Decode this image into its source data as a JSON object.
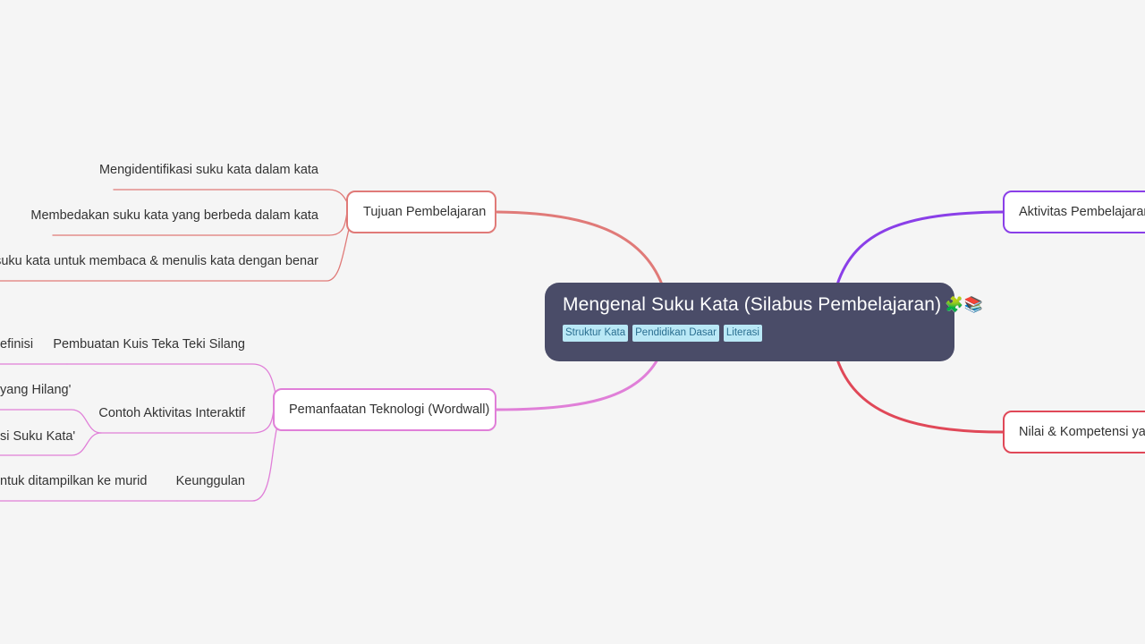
{
  "central": {
    "title": "Mengenal Suku Kata (Silabus Pembelajaran)",
    "emoji": "🧩📚",
    "tags": [
      "Struktur Kata",
      "Pendidikan Dasar",
      "Literasi"
    ]
  },
  "branches": {
    "tujuan": {
      "label": "Tujuan Pembelajaran",
      "color": "#e07a78",
      "children": [
        "Mengidentifikasi suku kata dalam kata",
        "Membedakan suku kata yang berbeda dalam kata",
        "kan suku kata untuk membaca & menulis kata dengan benar"
      ]
    },
    "teknologi": {
      "label": "Pemanfaatan Teknologi (Wordwall)",
      "color": "#e07fd8",
      "children": {
        "kuis": {
          "label": "Pembuatan Kuis Teka Teki Silang",
          "child": "efinisi"
        },
        "contoh": {
          "label": "Contoh Aktivitas Interaktif",
          "children": [
            "yang Hilang'",
            "si Suku Kata'"
          ]
        },
        "keunggulan": {
          "label": "Keunggulan",
          "child": "ntuk ditampilkan ke murid"
        }
      }
    },
    "aktivitas": {
      "label": "Aktivitas Pembelajaran",
      "color": "#8a3fe8"
    },
    "nilai": {
      "label": "Nilai & Kompetensi yang",
      "color": "#e04858"
    }
  }
}
